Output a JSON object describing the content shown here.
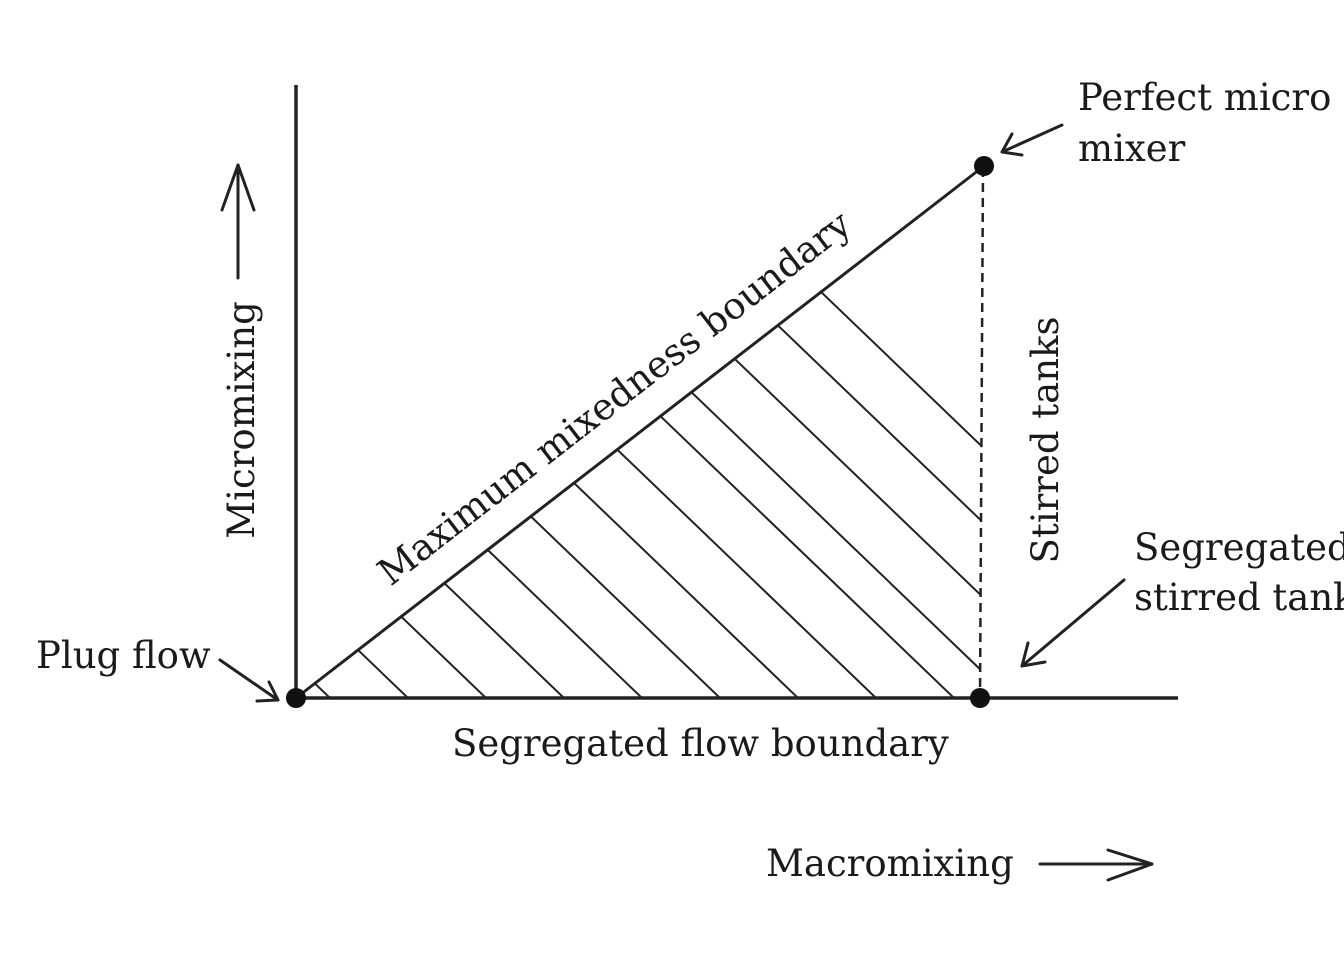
{
  "labels": {
    "y_axis": "Micromixing",
    "x_axis": "Macromixing",
    "plug_flow": "Plug flow",
    "perfect_micro_mixer_line1": "Perfect micro",
    "perfect_micro_mixer_line2": "mixer",
    "max_mixedness_boundary": "Maximum mixedness boundary",
    "stirred_tanks": "Stirred tanks",
    "segregated_stirred_tank_line1": "Segregated",
    "segregated_stirred_tank_line2": "stirred tank",
    "segregated_flow_boundary": "Segregated flow boundary"
  },
  "icons": [
    "arrow-up-icon",
    "arrow-right-icon",
    "pointer-arrow-icon"
  ]
}
